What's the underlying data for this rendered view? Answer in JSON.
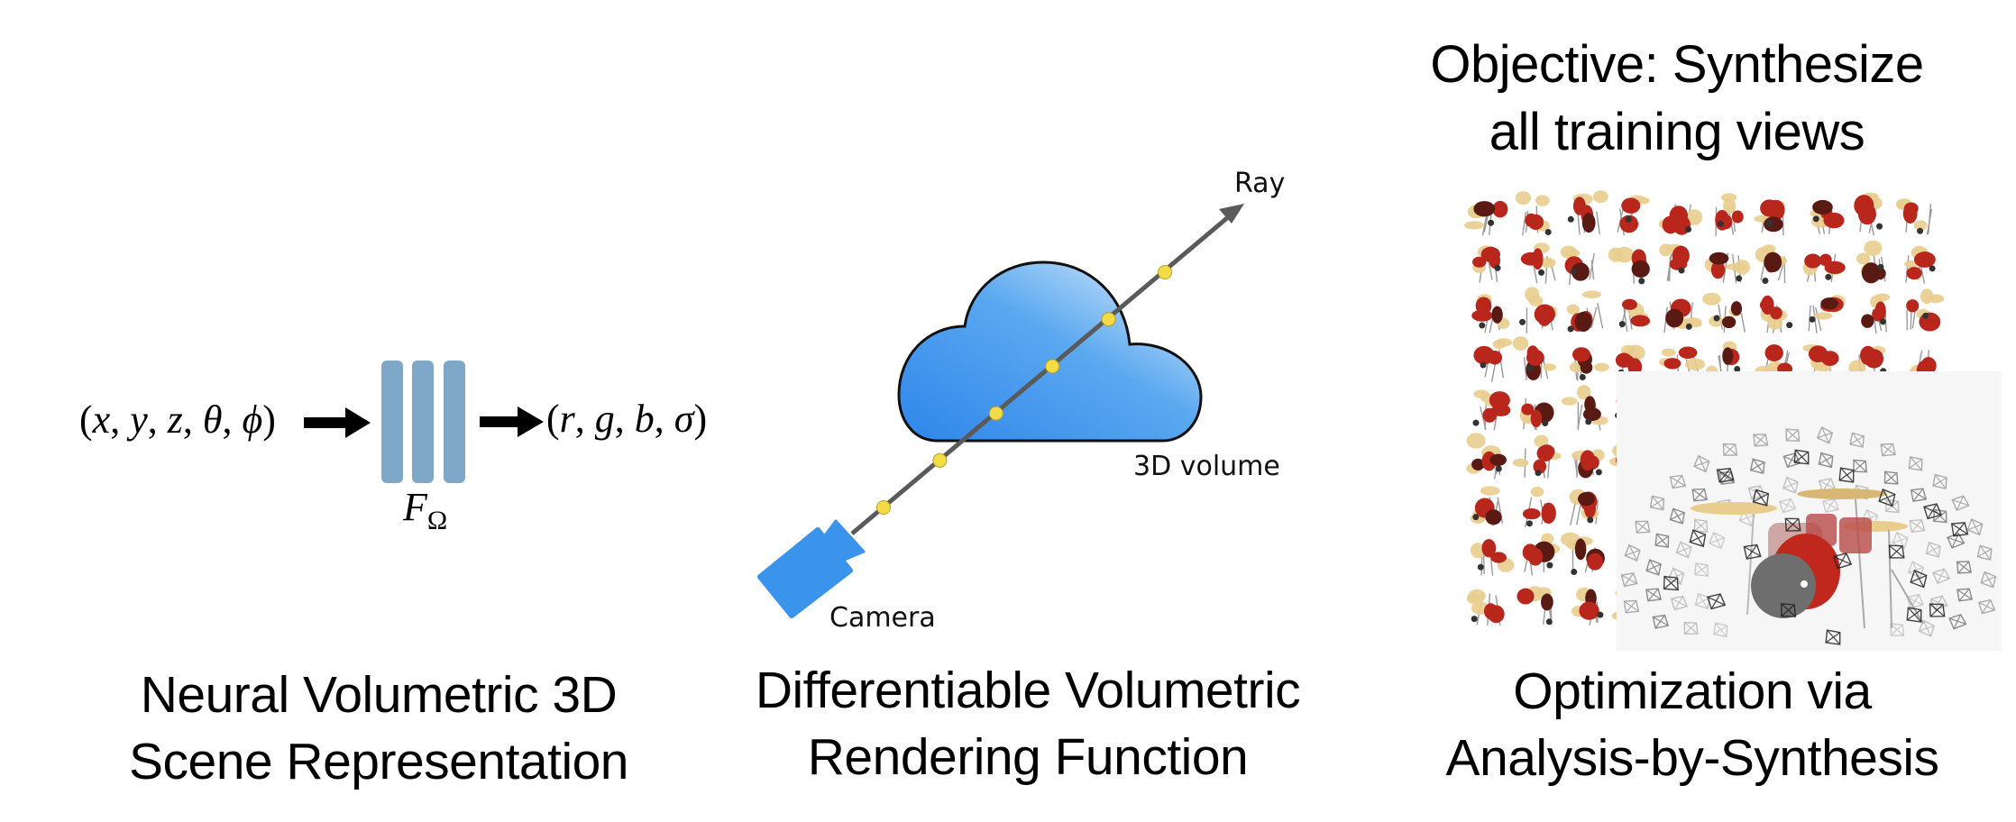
{
  "panels": [
    {
      "id": "representation",
      "input_tuple": [
        "x",
        "y",
        "z",
        "θ",
        "ϕ"
      ],
      "output_tuple": [
        "r",
        "g",
        "b",
        "σ"
      ],
      "network_label": "F",
      "network_subscript": "Ω",
      "network_layers": 3,
      "caption_lines": [
        "Neural Volumetric 3D",
        "Scene Representation"
      ]
    },
    {
      "id": "rendering",
      "ray_label": "Ray",
      "volume_label": "3D volume",
      "camera_label": "Camera",
      "sample_points": 6,
      "caption_lines": [
        "Differentiable Volumetric",
        "Rendering Function"
      ]
    },
    {
      "id": "optimization",
      "objective_lines": [
        "Objective: Synthesize",
        "all training views"
      ],
      "training_views_grid": {
        "columns": 10,
        "rows": 9
      },
      "caption_lines": [
        "Optimization via",
        "Analysis-by-Synthesis"
      ]
    }
  ],
  "icons": {
    "arrow": "right-arrow-icon",
    "network": "mlp-layers-icon",
    "cloud": "cloud-icon",
    "camera": "video-camera-icon",
    "frustum": "camera-frustum-icon",
    "drum_kit": "drum-kit-icon"
  },
  "colors": {
    "network_bars": "#7fa7c8",
    "cloud_light": "#cfe6fa",
    "cloud_dark": "#2f86ea",
    "camera": "#3b94ec",
    "ray": "#5a5a5a",
    "sample_point": "#f3dc45",
    "drum_red": "#b8261c",
    "cymbal": "#e8cd8e"
  }
}
